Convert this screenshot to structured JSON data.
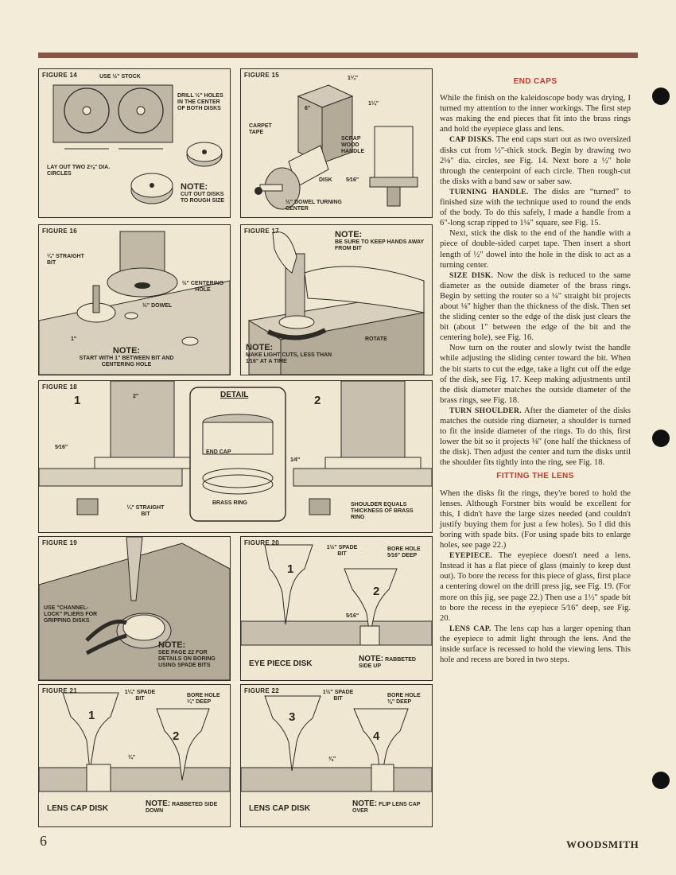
{
  "page_number": "6",
  "brand": "WOODSMITH",
  "figures": {
    "f14": {
      "title": "FIGURE 14",
      "stock": "USE ½\" STOCK",
      "drill": "DRILL ½\" HOLES IN THE CENTER OF BOTH DISKS",
      "layout": "LAY OUT TWO 2⅛\" DIA. CIRCLES",
      "note_head": "NOTE:",
      "note": "CUT OUT DISKS TO ROUGH SIZE"
    },
    "f15": {
      "title": "FIGURE 15",
      "dim_top": "1¼\"",
      "dim_side": "1¼\"",
      "dim_len": "6\"",
      "carpet": "CARPET TAPE",
      "scrap": "SCRAP WOOD HANDLE",
      "disk": "DISK",
      "disk_dim": "5⁄16\"",
      "dowel": "½\" DOWEL TURNING CENTER"
    },
    "f16": {
      "title": "FIGURE 16",
      "bit": "¼\" STRAIGHT BIT",
      "center": "½\" CENTERING HOLE",
      "dowel": "½\" DOWEL",
      "dim": "1\"",
      "note_head": "NOTE:",
      "note": "START WITH 1\" BETWEEN BIT AND CENTERING HOLE"
    },
    "f17": {
      "title": "FIGURE 17",
      "note_head": "NOTE:",
      "note": "BE SURE TO KEEP HANDS AWAY FROM BIT",
      "rotate": "ROTATE",
      "note2_head": "NOTE:",
      "note2": "MAKE LIGHT CUTS, LESS THAN 1⁄16\" AT A TIME"
    },
    "f18": {
      "title": "FIGURE 18",
      "n1": "1",
      "n2": "2",
      "dim2": "2\"",
      "dim_left": "5⁄16\"",
      "dim_right": "1⁄4\"",
      "detail": "DETAIL",
      "endcap": "END CAP",
      "ring": "BRASS RING",
      "bit": "¼\" STRAIGHT BIT",
      "shoulder": "SHOULDER EQUALS THICKNESS OF BRASS RING"
    },
    "f19": {
      "title": "FIGURE 19",
      "pliers": "USE \"CHANNEL-LOCK\" PLIERS FOR GRIPPING DISKS",
      "note_head": "NOTE:",
      "note": "SEE PAGE 22 FOR DETAILS ON BORING USING SPADE BITS"
    },
    "f20": {
      "title": "FIGURE 20",
      "spade": "1½\" SPADE BIT",
      "bore": "BORE HOLE 5⁄16\" DEEP",
      "n1": "1",
      "n2": "2",
      "dim": "5⁄16\"",
      "caption": "EYE PIECE DISK",
      "note_head": "NOTE:",
      "note": "RABBETED SIDE UP"
    },
    "f21": {
      "title": "FIGURE 21",
      "spade": "1¼\" SPADE BIT",
      "bore": "BORE HOLE ¼\" DEEP",
      "n1": "1",
      "n2": "2",
      "dim": "¼\"",
      "caption": "LENS CAP DISK",
      "note_head": "NOTE:",
      "note": "RABBETED SIDE DOWN"
    },
    "f22": {
      "title": "FIGURE 22",
      "spade": "1½\" SPADE BIT",
      "bore": "BORE HOLE ⅜\" DEEP",
      "n3": "3",
      "n4": "4",
      "dim": "⅜\"",
      "caption": "LENS CAP DISK",
      "note_head": "NOTE:",
      "note": "FLIP LENS CAP OVER"
    }
  },
  "article": {
    "heading1": "END CAPS",
    "p1": "While the finish on the kaleidoscope body was drying, I turned my attention to the inner workings. The first step was making the end pieces that fit into the brass rings and hold the eyepiece glass and lens.",
    "p2_run": "CAP DISKS.",
    "p2": " The end caps start out as two oversized disks cut from ½\"-thick stock. Begin by drawing two 2⅛\" dia. circles, see Fig. 14. Next bore a ½\" hole through the centerpoint of each circle. Then rough-cut the disks with a band saw or saber saw.",
    "p3_run": "TURNING HANDLE.",
    "p3": " The disks are “turned” to finished size with the technique used to round the ends of the body. To do this safely, I made a handle from a 6\"-long scrap ripped to 1¼\" square, see Fig. 15.",
    "p4": "Next, stick the disk to the end of the handle with a piece of double-sided carpet tape. Then insert a short length of ½\" dowel into the hole in the disk to act as a turning center.",
    "p5_run": "SIZE DISK.",
    "p5": " Now the disk is reduced to the same diameter as the outside diameter of the brass rings. Begin by setting the router so a ¼\" straight bit projects about ⅛\" higher than the thickness of the disk. Then set the sliding center so the edge of the disk just clears the bit (about 1\" between the edge of the bit and the centering hole), see Fig. 16.",
    "p6": "Now turn on the router and slowly twist the handle while adjusting the sliding center toward the bit. When the bit starts to cut the edge, take a light cut off the edge of the disk, see Fig. 17. Keep making adjustments until the disk diameter matches the outside diameter of the brass rings, see Fig. 18.",
    "p7_run": "TURN SHOULDER.",
    "p7": " After the diameter of the disks matches the outside ring diameter, a shoulder is turned to fit the inside diameter of the rings. To do this, first lower the bit so it projects ⅛\" (one half the thickness of the disk). Then adjust the center and turn the disks until the shoulder fits tightly into the ring, see Fig. 18.",
    "heading2": "FITTING THE LENS",
    "p8": "When the disks fit the rings, they're bored to hold the lenses. Although Forstner bits would be excellent for this, I didn't have the large sizes needed (and couldn't justify buying them for just a few holes). So I did this boring with spade bits. (For using spade bits to enlarge holes, see page 22.)",
    "p9_run": "EYEPIECE.",
    "p9": " The eyepiece doesn't need a lens. Instead it has a flat piece of glass (mainly to keep dust out). To bore the recess for this piece of glass, first place a centering dowel on the drill press jig, see Fig. 19. (For more on this jig, see page 22.) Then use a 1½\" spade bit to bore the recess in the eyepiece 5⁄16\" deep, see Fig. 20.",
    "p10_run": "LENS CAP.",
    "p10": " The lens cap has a larger opening than the eyepiece to admit light through the lens. And the inside surface is recessed to hold the viewing lens. This hole and recess are bored in two steps."
  }
}
